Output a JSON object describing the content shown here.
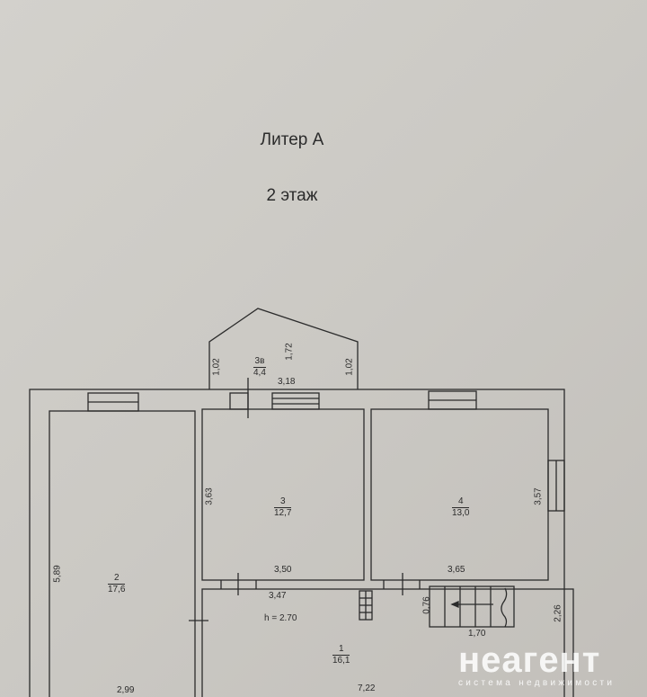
{
  "header": {
    "title": "Литер А",
    "floor": "2 этаж"
  },
  "rooms": [
    {
      "number": "3в",
      "area": "4,4"
    },
    {
      "number": "2",
      "area": "17,6"
    },
    {
      "number": "3",
      "area": "12,7"
    },
    {
      "number": "4",
      "area": "13,0"
    },
    {
      "number": "1",
      "area": "16,1"
    }
  ],
  "dimensions": {
    "bay_left": "1,02",
    "bay_right": "1,02",
    "bay_height": "1,72",
    "bay_width": "3,18",
    "room3_height": "3,63",
    "room3_width": "3,50",
    "room4_height": "3,57",
    "room4_width": "3,65",
    "room2_height": "5,89",
    "room2_width": "2,99",
    "hall_door": "3,47",
    "ceiling": "h = 2.70",
    "stair_height": "0,76",
    "stair_width": "1,70",
    "room1_side": "2,26",
    "room1_width": "7,22"
  },
  "watermark": {
    "brand": "неагент",
    "tagline": "система недвижимости"
  }
}
